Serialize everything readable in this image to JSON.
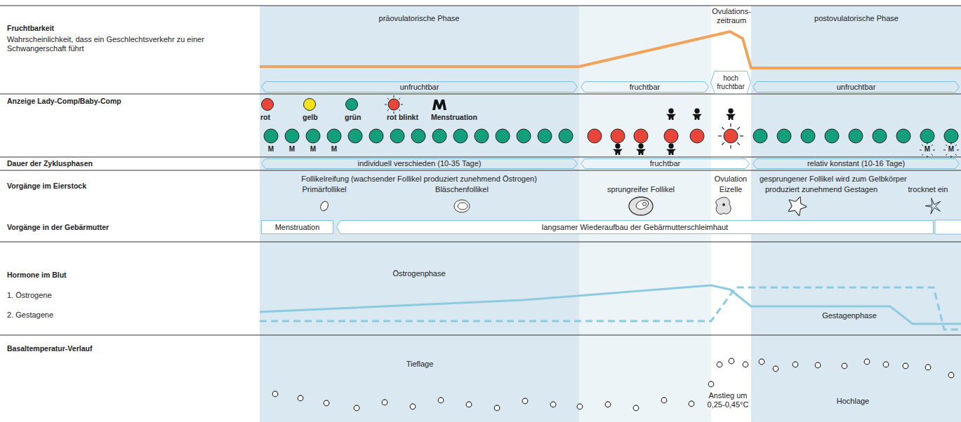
{
  "diagram": {
    "nodes": [
      {
        "text": [
          "unfruchtbar"
        ]
      },
      {
        "text": [
          "fruchtbar"
        ]
      },
      {
        "text": [
          "hoch fruchtbar"
        ]
      },
      {
        "text": [
          "unfruchtbar"
        ]
      },
      {
        "text": [
          "individuell verschieden (10-35 Tage)"
        ]
      },
      {
        "text": [
          "fruchtbar"
        ]
      },
      {
        "text": [
          "relativ konstant (10-16 Tage)"
        ]
      },
      {
        "text": [
          "Menstruation"
        ]
      },
      {
        "text": [
          "langsamer Wiederaufbau der Gebärmutterschleimhaut"
        ]
      }
    ],
    "labels": [
      "präovulatorische Phase",
      "Ovulations- zeitraum",
      "postovulatorische Phase",
      "Fruchtbarkeit",
      "Wahrscheinlichkeit, dass ein Geschlechtsverkehr zu einer Schwangerschaft führt",
      "Anzeige Lady-Comp/Baby-Comp",
      "M",
      "M",
      "M",
      "M",
      "M",
      "M",
      "Dauer der Zyklusphasen",
      "Vorgänge im Eierstock",
      "Follikelreifung (wachsender Follikel produziert zunehmend Östrogen)",
      "Primärfollikel",
      "Bläschenfollikel",
      "sprungreifer Follikel",
      "Ovulation",
      "Eizelle",
      "gesprungener Follikel wird zum Gelbkörper",
      "produziert zunehmend Gestagen",
      "trocknet ein",
      "Vorgänge in der Gebärmutter",
      "Hormone im Blut",
      "1. Östrogene",
      "2. Gestagene",
      "Östrogenphase",
      "Gestagenphase",
      "Basaltemperatur-Verlauf",
      "Tieflage",
      "Anstieg um 0,25-0,45°C",
      "Hochlage"
    ],
    "legend": [
      {
        "text": "rot",
        "color": "#e8463a"
      },
      {
        "text": "gelb",
        "color": "#f5e11c"
      },
      {
        "text": "grün",
        "color": "#139f7b"
      },
      {
        "text": "rot blinkt"
      },
      {
        "text": "Menstruation"
      }
    ]
  }
}
